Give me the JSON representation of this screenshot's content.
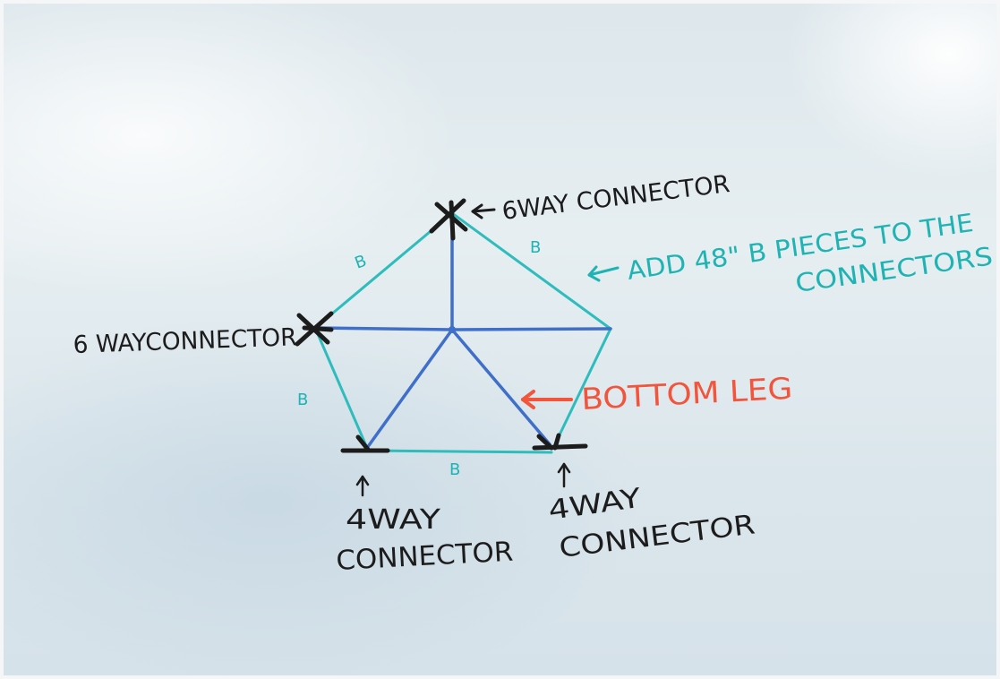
{
  "colors": {
    "board": "#e2eaee",
    "black_marker": "#1c1c1c",
    "teal_marker": "#1fb3b3",
    "blue_marker": "#3f6fc9",
    "red_marker": "#f2553b"
  },
  "labels": {
    "top_connector": "6WAY CONNECTOR",
    "left_connector": "6 WAYCONNECTOR",
    "add_pieces_line1": "ADD 48\" B PIECES TO THE",
    "add_pieces_line2": "CONNECTORS",
    "bottom_leg": "BOTTOM LEG",
    "bottom_left_line1": "4WAY",
    "bottom_left_line2": "CONNECTOR",
    "bottom_right_line1": "4WAY",
    "bottom_right_line2": "CONNECTOR",
    "edge_b": "B"
  }
}
